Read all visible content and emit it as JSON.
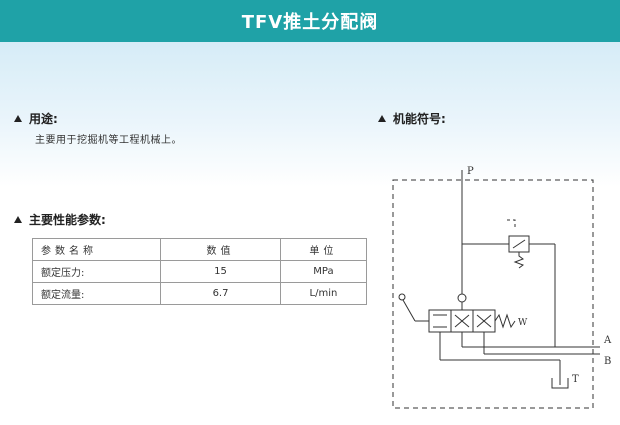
{
  "header": {
    "title": "TFV推土分配阀"
  },
  "usage": {
    "heading": "用途:",
    "text": "主要用于挖掘机等工程机械上。"
  },
  "symbol": {
    "heading": "机能符号:"
  },
  "specs": {
    "heading": "主要性能参数:",
    "columns": [
      "参数名称",
      "数值",
      "单位"
    ],
    "rows": [
      {
        "name": "额定压力:",
        "value": "15",
        "unit": "MPa"
      },
      {
        "name": "额定流量:",
        "value": "6.7",
        "unit": "L/min"
      }
    ]
  },
  "diagram": {
    "port_p": "P",
    "port_a": "A",
    "port_b": "B",
    "port_t": "T",
    "spring_w": "W"
  },
  "colors": {
    "header_bg": "#1fa2a7",
    "band_top": "#d6ecf7"
  }
}
